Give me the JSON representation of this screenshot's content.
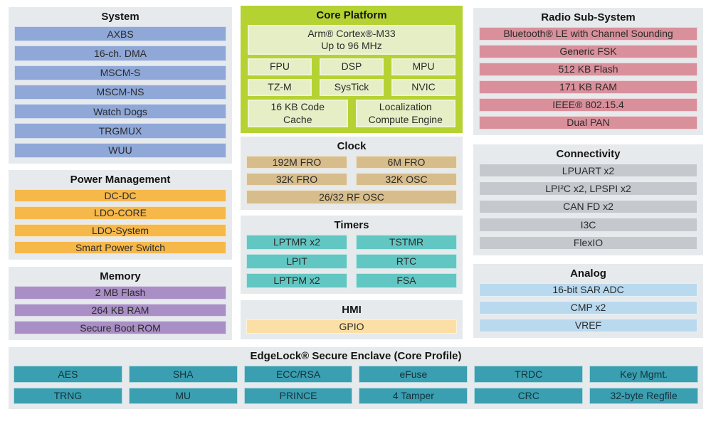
{
  "system": {
    "title": "System",
    "items": [
      "AXBS",
      "16-ch. DMA",
      "MSCM-S",
      "MSCM-NS",
      "Watch Dogs",
      "TRGMUX",
      "WUU"
    ]
  },
  "power": {
    "title": "Power Management",
    "items": [
      "DC-DC",
      "LDO-CORE",
      "LDO-System",
      "Smart Power Switch"
    ]
  },
  "memory": {
    "title": "Memory",
    "items": [
      "2 MB Flash",
      "264 KB RAM",
      "Secure Boot ROM"
    ]
  },
  "core": {
    "title": "Core Platform",
    "cpu_line1": "Arm® Cortex®-M33",
    "cpu_line2": "Up to 96 MHz",
    "units": [
      "FPU",
      "DSP",
      "MPU",
      "TZ-M",
      "SysTick",
      "NVIC"
    ],
    "cache": "16 KB Code Cache",
    "engine": "Localization Compute Engine"
  },
  "clock": {
    "title": "Clock",
    "items": [
      "192M FRO",
      "6M FRO",
      "32K FRO",
      "32K OSC",
      "26/32 RF OSC"
    ]
  },
  "timers": {
    "title": "Timers",
    "items": [
      "LPTMR x2",
      "TSTMR",
      "LPIT",
      "RTC",
      "LPTPM x2",
      "FSA"
    ]
  },
  "hmi": {
    "title": "HMI",
    "items": [
      "GPIO"
    ]
  },
  "radio": {
    "title": "Radio Sub-System",
    "items": [
      "Bluetooth® LE with Channel Sounding",
      "Generic FSK",
      "512 KB Flash",
      "171 KB RAM",
      "IEEE® 802.15.4",
      "Dual PAN"
    ]
  },
  "connectivity": {
    "title": "Connectivity",
    "items": [
      "LPUART x2",
      "LPI²C x2, LPSPI x2",
      "CAN FD x2",
      "I3C",
      "FlexIO"
    ]
  },
  "analog": {
    "title": "Analog",
    "items": [
      "16-bit SAR ADC",
      "CMP x2",
      "VREF"
    ]
  },
  "enclave": {
    "title": "EdgeLock® Secure Enclave (Core Profile)",
    "items": [
      "AES",
      "SHA",
      "ECC/RSA",
      "eFuse",
      "TRDC",
      "Key Mgmt.",
      "TRNG",
      "MU",
      "PRINCE",
      "4 Tamper",
      "CRC",
      "32-byte Regfile"
    ]
  },
  "colors": {
    "panel_bg": "#e7eaec",
    "system_item": "#8fa8d8",
    "power_item": "#f7b84a",
    "memory_item": "#a98fc6",
    "core_container": "#b5d233",
    "core_item": "#e5eec5",
    "clock_item": "#d7bd8b",
    "timers_item": "#62c7c3",
    "hmi_item": "#fcdfa4",
    "radio_item": "#d9909b",
    "connectivity_item": "#c5c9cd",
    "analog_item": "#b9d9ef",
    "enclave_item": "#3a9fb0"
  }
}
